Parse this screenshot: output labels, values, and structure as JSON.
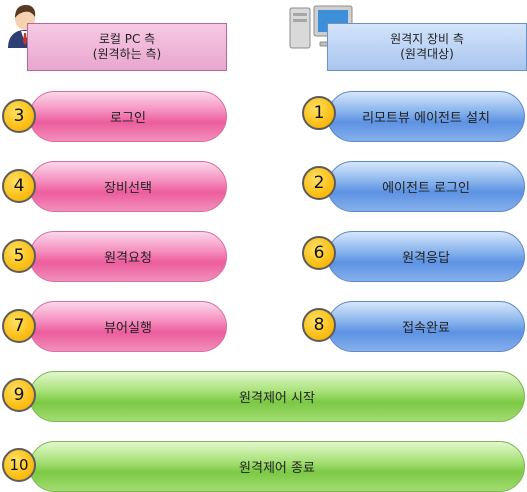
{
  "local_header": {
    "line1": "로컬 PC 측",
    "line2": "(원격하는 측)",
    "icon": "person-icon"
  },
  "remote_header": {
    "line1": "원격지 장비 측",
    "line2": "(원격대상)",
    "icon": "computer-icon"
  },
  "steps": {
    "s1": {
      "num": "1",
      "label": "리모트뷰 에이전트 설치"
    },
    "s2": {
      "num": "2",
      "label": "에이전트 로그인"
    },
    "s3": {
      "num": "3",
      "label": "로그인"
    },
    "s4": {
      "num": "4",
      "label": "장비선택"
    },
    "s5": {
      "num": "5",
      "label": "원격요청"
    },
    "s6": {
      "num": "6",
      "label": "원격응답"
    },
    "s7": {
      "num": "7",
      "label": "뷰어실행"
    },
    "s8": {
      "num": "8",
      "label": "접속완료"
    },
    "s9": {
      "num": "9",
      "label": "원격제어 시작"
    },
    "s10": {
      "num": "10",
      "label": "원격제어 종료"
    }
  },
  "colors": {
    "local": "#f06aa8",
    "remote": "#6a9be6",
    "both": "#8ed257",
    "badge": "#fcc21b"
  }
}
